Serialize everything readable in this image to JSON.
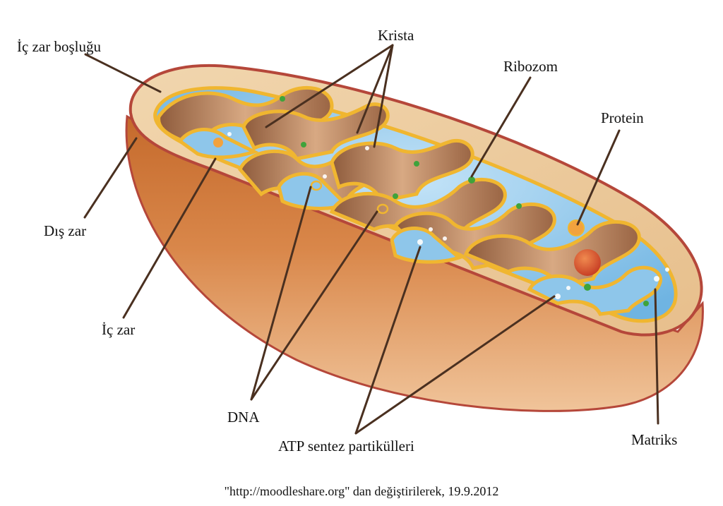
{
  "labels": {
    "ic_zar_boslugu": "İç zar boşluğu",
    "krista": "Krista",
    "ribozom": "Ribozom",
    "protein": "Protein",
    "dis_zar": "Dış zar",
    "ic_zar": "İç zar",
    "dna": "DNA",
    "atp": "ATP sentez partikülleri",
    "matriks": "Matriks"
  },
  "source_caption": "\"http://moodleshare.org\" dan değiştirilerek, 19.9.2012",
  "colors": {
    "outer_membrane": "#b5473a",
    "outer_body": "#d98a4a",
    "intermembrane": "#e9c79a",
    "inner_membrane": "#f0b630",
    "crista_wall": "#b67e57",
    "matrix": "#8ec6ea",
    "ribosome": "#3fa33b",
    "protein": "#d9542e",
    "leader_line": "#4a3020"
  }
}
